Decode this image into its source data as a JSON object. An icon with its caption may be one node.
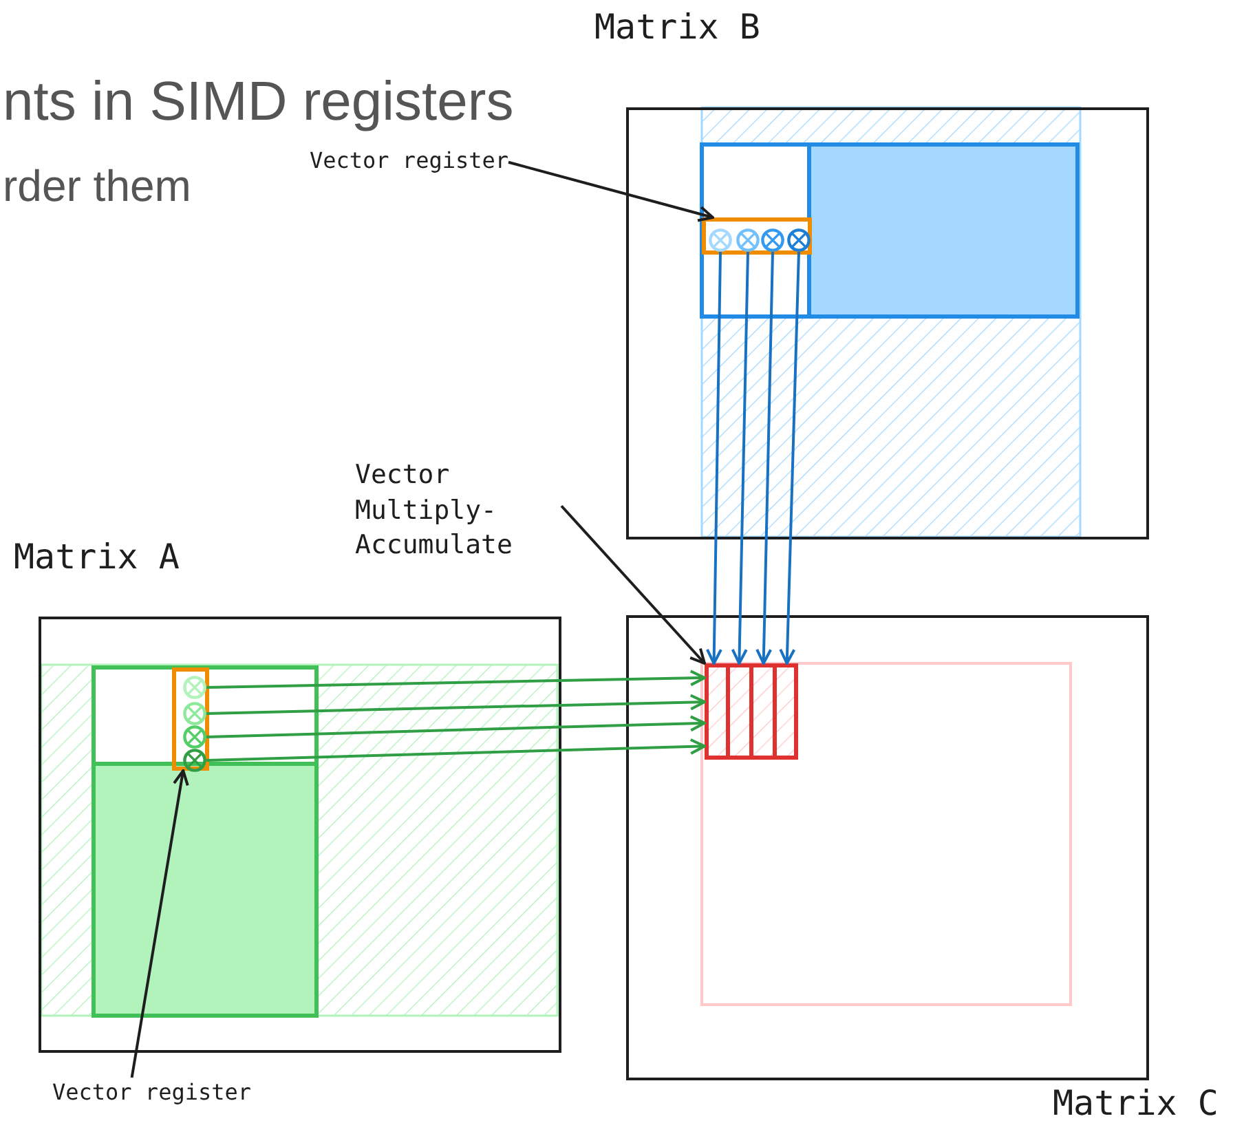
{
  "diagram": {
    "nodes": [
      {
        "text": [
          "Matrix B"
        ]
      },
      {
        "text": [
          "Vector register"
        ]
      },
      {
        "text": [],
        "shape": "box",
        "in": 0
      },
      {
        "text": [],
        "shape": "circle",
        "in": 2
      },
      {
        "text": [],
        "shape": "circle",
        "in": 2
      },
      {
        "text": [],
        "shape": "circle",
        "in": 2
      },
      {
        "text": [],
        "shape": "circle",
        "in": 2
      },
      {
        "text": [
          "Vector Multiply-Accumulate"
        ]
      },
      {
        "text": [
          "Matrix A"
        ]
      },
      {
        "text": [
          "Matrix C"
        ]
      },
      {
        "text": [],
        "shape": "box",
        "in": 8
      },
      {
        "text": [],
        "shape": "circle",
        "in": 10
      },
      {
        "text": [],
        "shape": "circle",
        "in": 10
      },
      {
        "text": [],
        "shape": "circle",
        "in": 10
      },
      {
        "text": [],
        "shape": "circle",
        "in": 10
      },
      {
        "text": [],
        "shape": "box",
        "in": 9
      },
      {
        "text": [
          "Vector register"
        ]
      }
    ],
    "edges": [
      {
        "from": 1,
        "to": 2,
        "arrow": "to",
        "color": "#1e1e1e"
      },
      {
        "from": 7,
        "to": 15,
        "arrow": "to",
        "color": "#1e1e1e"
      },
      {
        "from": 16,
        "to": 10,
        "arrow": "to",
        "color": "#1e1e1e"
      },
      {
        "from": 3,
        "to": 15,
        "arrow": "to",
        "color": "#1971c2"
      },
      {
        "from": 4,
        "to": 15,
        "arrow": "to",
        "color": "#1971c2"
      },
      {
        "from": 5,
        "to": 15,
        "arrow": "to",
        "color": "#1971c2"
      },
      {
        "from": 6,
        "to": 15,
        "arrow": "to",
        "color": "#1971c2"
      },
      {
        "from": 11,
        "to": 15,
        "arrow": "to",
        "color": "#2f9e44"
      },
      {
        "from": 12,
        "to": 15,
        "arrow": "to",
        "color": "#2f9e44"
      },
      {
        "from": 13,
        "to": 15,
        "arrow": "to",
        "color": "#2f9e44"
      },
      {
        "from": 14,
        "to": 15,
        "arrow": "to",
        "color": "#2f9e44"
      }
    ],
    "labels": [
      "nts in SIMD registers",
      "rder them"
    ]
  }
}
